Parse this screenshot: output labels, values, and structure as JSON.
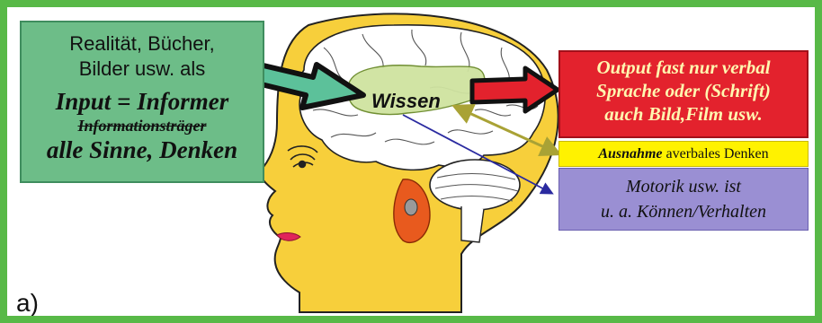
{
  "input_box": {
    "line1": "Realität, Bücher,",
    "line2": "Bilder usw. als",
    "line3": "Input = Informer",
    "line4": "Informationsträger",
    "line5": "alle Sinne, Denken"
  },
  "brain": {
    "wissen_label": "Wissen"
  },
  "output_box": {
    "line1": "Output  fast nur verbal",
    "line2": "Sprache oder (Schrift)",
    "line3": "auch Bild,Film usw."
  },
  "exception_box": {
    "bold_word": "Ausnahme",
    "rest": " averbales Denken"
  },
  "motor_box": {
    "line1": "Motorik usw. ist",
    "line2": "u. a. Können/Verhalten"
  },
  "panel_label": "a)",
  "colors": {
    "frame": "#58b947",
    "input_box": "#6dbd88",
    "output_box": "#e3222d",
    "exception_box": "#fff200",
    "motor_box": "#9a8fd3",
    "skin": "#f7cf3b",
    "knowledge_area": "#cfe3a0"
  }
}
